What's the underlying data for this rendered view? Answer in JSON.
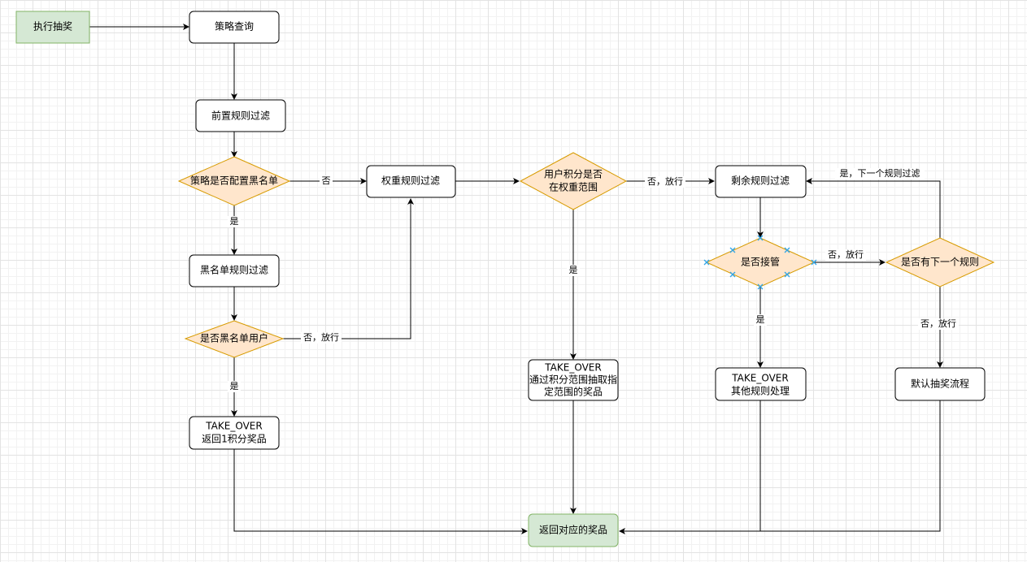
{
  "nodes": {
    "execute_draw": "执行抽奖",
    "strategy_query": "策略查询",
    "pre_rule_filter": "前置规则过滤",
    "blacklist_configured": "策略是否配置黑名单",
    "blacklist_rule_filter": "黑名单规则过滤",
    "is_blacklist_user": "是否黑名单用户",
    "take_over_1": [
      "TAKE_OVER",
      "返回1积分奖品"
    ],
    "weight_rule_filter": "权重规则过滤",
    "points_in_range": [
      "用户积分是否",
      "在权重范围"
    ],
    "take_over_weight": [
      "TAKE_OVER",
      "通过积分范围抽取指",
      "定范围的奖品"
    ],
    "remaining_rule_filter": "剩余规则过滤",
    "is_takeover": "是否接管",
    "take_over_other": [
      "TAKE_OVER",
      "其他规则处理"
    ],
    "has_next_rule": "是否有下一个规则",
    "default_draw_flow": "默认抽奖流程",
    "return_prize": "返回对应的奖品"
  },
  "edge_labels": {
    "no": "否",
    "yes": "是",
    "no_pass": "否，放行",
    "yes_next_rule": "是，下一个规则过滤"
  }
}
